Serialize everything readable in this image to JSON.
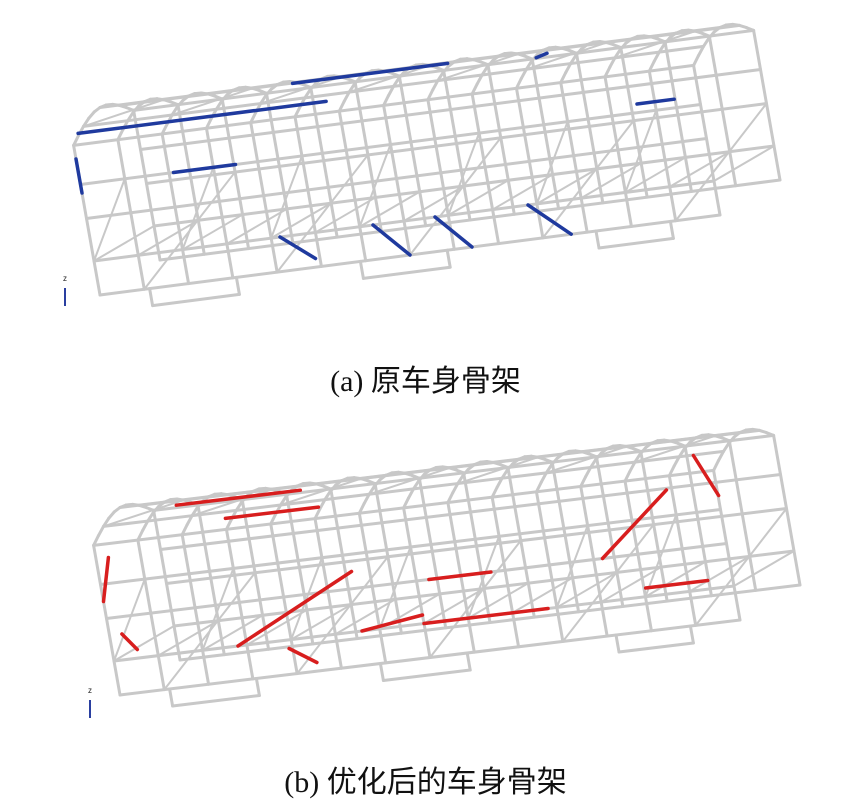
{
  "figures": [
    {
      "caption": "(a)  原车身骨架",
      "highlight_color": "#1f3a9e",
      "axis_label": "z"
    },
    {
      "caption": "(b)  优化后的车身骨架",
      "highlight_color": "#d81e1e",
      "axis_label": "z"
    }
  ],
  "frame_color": "#c8c8c8"
}
